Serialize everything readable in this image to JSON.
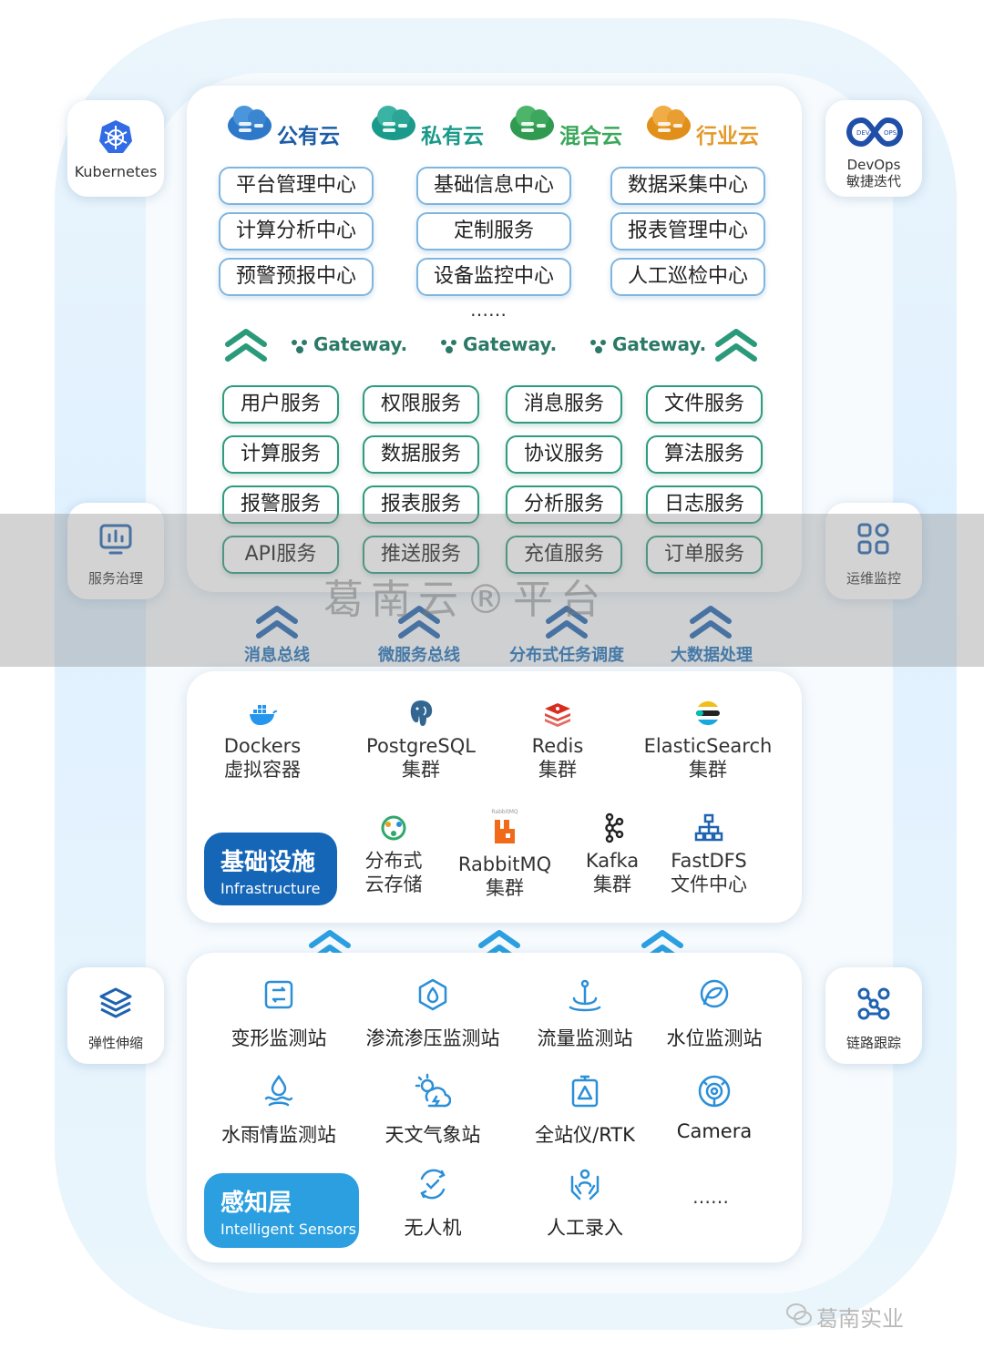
{
  "side_left": [
    {
      "label": "Kubernetes",
      "icon": "kubernetes-icon"
    },
    {
      "label": "服务治理",
      "icon": "monitor-chart-icon"
    },
    {
      "label": "弹性伸缩",
      "icon": "layers-icon"
    }
  ],
  "side_right": [
    {
      "label_line1": "DevOps",
      "label_line2": "敏捷迭代",
      "icon": "devops-icon"
    },
    {
      "label": "运维监控",
      "icon": "grid-nodes-icon"
    },
    {
      "label": "链路跟踪",
      "icon": "trace-nodes-icon"
    }
  ],
  "clouds": [
    {
      "label": "公有云",
      "color": "#1d5da8"
    },
    {
      "label": "私有云",
      "color": "#1a9a8a"
    },
    {
      "label": "混合云",
      "color": "#3aa85a"
    },
    {
      "label": "行业云",
      "color": "#e39a2a"
    }
  ],
  "centers": [
    "平台管理中心",
    "基础信息中心",
    "数据采集中心",
    "计算分析中心",
    "定制服务",
    "报表管理中心",
    "预警预报中心",
    "设备监控中心",
    "人工巡检中心"
  ],
  "centers_more": "……",
  "gateways": [
    "Gateway.",
    "Gateway.",
    "Gateway."
  ],
  "services": [
    "用户服务",
    "权限服务",
    "消息服务",
    "文件服务",
    "计算服务",
    "数据服务",
    "协议服务",
    "算法服务",
    "报警服务",
    "报表服务",
    "分析服务",
    "日志服务",
    "API服务",
    "推送服务",
    "充值服务",
    "订单服务"
  ],
  "buses": [
    "消息总线",
    "微服务总线",
    "分布式任务调度",
    "大数据处理"
  ],
  "watermark": "葛南云®平台",
  "infra": {
    "badge_title": "基础设施",
    "badge_sub": "Infrastructure",
    "row1": [
      {
        "line1": "Dockers",
        "line2": "虚拟容器",
        "icon": "docker-icon"
      },
      {
        "line1": "PostgreSQL",
        "line2": "集群",
        "icon": "postgresql-icon"
      },
      {
        "line1": "Redis",
        "line2": "集群",
        "icon": "redis-icon"
      },
      {
        "line1": "ElasticSearch",
        "line2": "集群",
        "icon": "elasticsearch-icon"
      }
    ],
    "row2": [
      {
        "line1": "分布式",
        "line2": "云存储",
        "icon": "cloud-storage-icon"
      },
      {
        "line1": "RabbitMQ",
        "line2": "集群",
        "icon": "rabbitmq-icon",
        "tag": "RabbitMQ"
      },
      {
        "line1": "Kafka",
        "line2": "集群",
        "icon": "kafka-icon"
      },
      {
        "line1": "FastDFS",
        "line2": "文件中心",
        "icon": "fastdfs-icon"
      }
    ]
  },
  "sensors": {
    "badge_title": "感知层",
    "badge_sub": "Intelligent Sensors",
    "row1": [
      {
        "label": "变形监测站",
        "icon": "deformation-icon"
      },
      {
        "label": "渗流渗压监测站",
        "icon": "seepage-icon"
      },
      {
        "label": "流量监测站",
        "icon": "flow-icon"
      },
      {
        "label": "水位监测站",
        "icon": "water-level-icon"
      }
    ],
    "row2": [
      {
        "label": "水雨情监测站",
        "icon": "rain-icon"
      },
      {
        "label": "天文气象站",
        "icon": "weather-icon"
      },
      {
        "label": "全站仪/RTK",
        "icon": "rtk-icon"
      },
      {
        "label": "Camera",
        "icon": "camera-icon"
      }
    ],
    "row3": [
      {
        "label": "无人机",
        "icon": "drone-icon"
      },
      {
        "label": "人工录入",
        "icon": "manual-input-icon"
      }
    ],
    "more": "……"
  },
  "footer": "葛南实业",
  "colors": {
    "accent_blue": "#1a6fb8",
    "accent_green": "#2e9a7e",
    "chevron_blue": "#1f63b0",
    "chevron_green": "#2a9a7a",
    "sensor_blue": "#2b9fe0"
  }
}
